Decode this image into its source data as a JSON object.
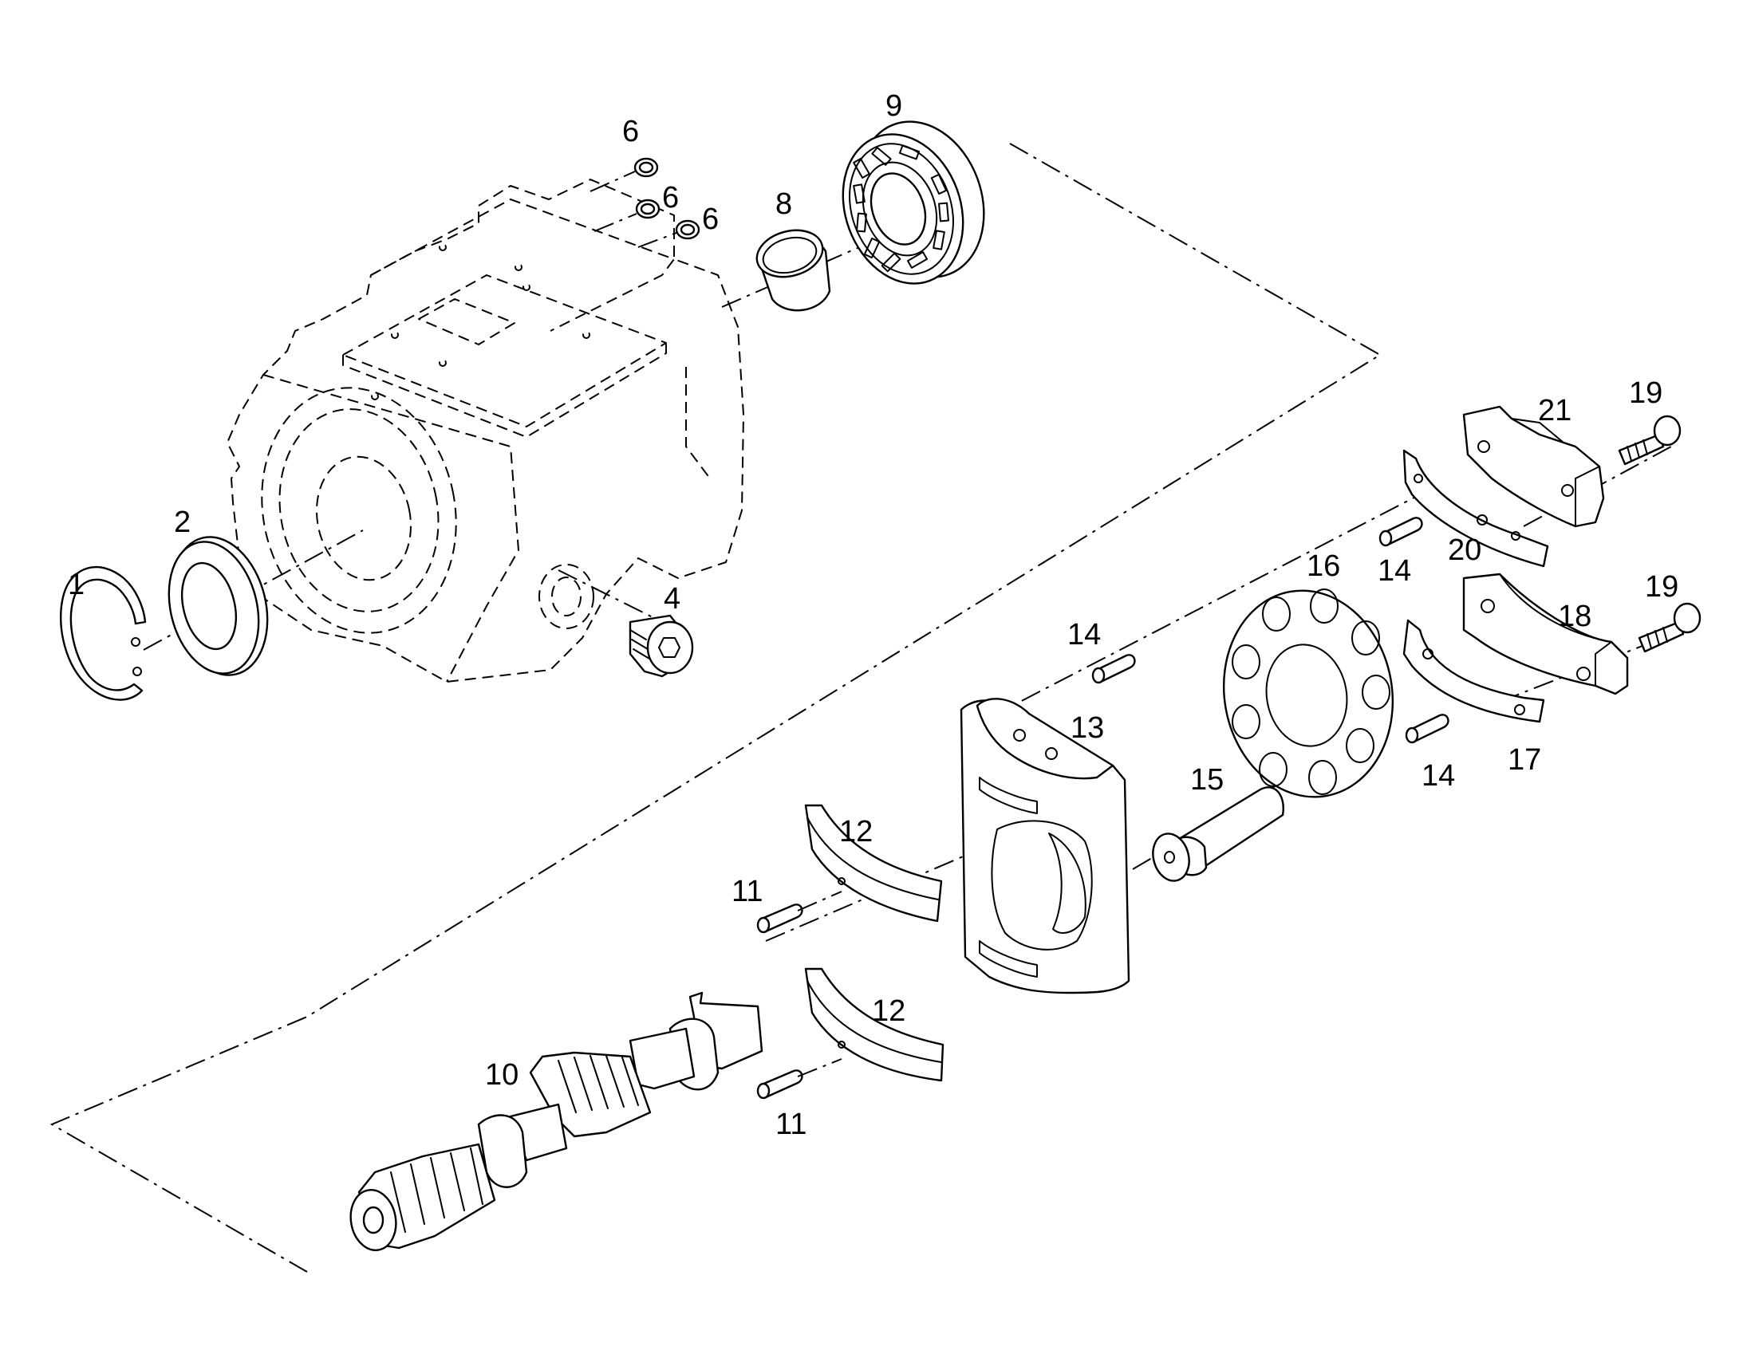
{
  "callouts": [
    "1",
    "2",
    "4",
    "6",
    "6",
    "6",
    "8",
    "9",
    "10",
    "11",
    "11",
    "12",
    "12",
    "13",
    "14",
    "14",
    "14",
    "15",
    "16",
    "17",
    "18",
    "19",
    "19",
    "20",
    "21"
  ],
  "colors": {
    "line": "#000000",
    "background": "#ffffff"
  }
}
